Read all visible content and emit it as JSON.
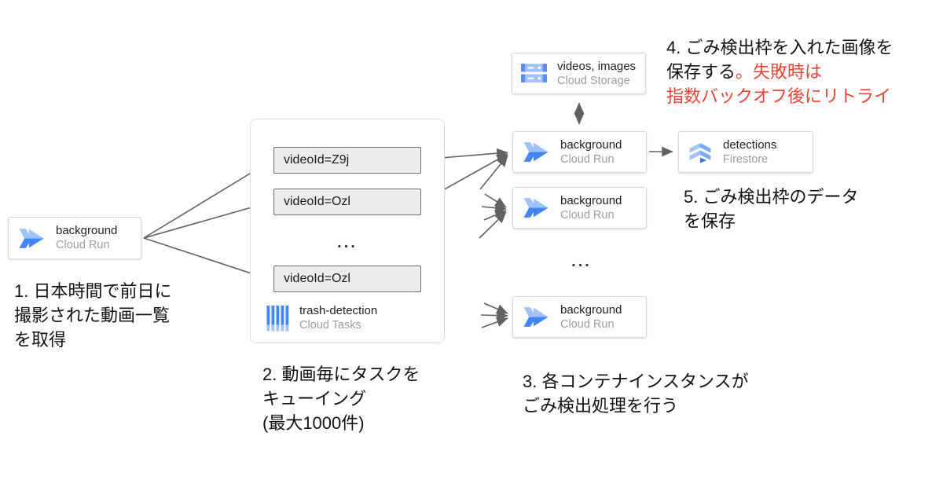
{
  "diagram": {
    "colors": {
      "google_blue": "#4285F4",
      "light_blue": "#A1C2FA",
      "mid_blue": "#7BAAF7",
      "text_ink": "#212121",
      "text_gray": "#9E9E9E",
      "alert_red": "#EA4335",
      "arrow_gray": "#616161"
    },
    "nodes": {
      "run_left": {
        "title": "background",
        "subtitle": "Cloud Run"
      },
      "storage": {
        "title": "videos, images",
        "subtitle": "Cloud Storage"
      },
      "run_a": {
        "title": "background",
        "subtitle": "Cloud Run"
      },
      "run_b": {
        "title": "background",
        "subtitle": "Cloud Run"
      },
      "run_c": {
        "title": "background",
        "subtitle": "Cloud Run"
      },
      "firestore": {
        "title": "detections",
        "subtitle": "Firestore"
      },
      "tasks_queue": {
        "title": "trash-detection",
        "subtitle": "Cloud Tasks"
      }
    },
    "tasks": {
      "items": [
        "videoId=Z9j",
        "videoId=Ozl",
        "videoId=Ozl"
      ],
      "ellipsis": "..."
    },
    "right_ellipsis": "...",
    "annotations": {
      "step1": {
        "lines": [
          "1. 日本時間で前日に",
          "撮影された動画一覧",
          "を取得"
        ]
      },
      "step2": {
        "lines": [
          "2. 動画毎にタスクを",
          "キューイング",
          "(最大1000件)"
        ]
      },
      "step3": {
        "lines": [
          "3. 各コンテナインスタンスが",
          "ごみ検出処理を行う"
        ]
      },
      "step4": {
        "line1": "4. ごみ検出枠を入れた画像を",
        "line2_black": "保存する",
        "line2_red": "。失敗時は",
        "line3_red": "指数バックオフ後にリトライ"
      },
      "step5": {
        "lines": [
          "5. ごみ検出枠のデータ",
          "を保存"
        ]
      }
    }
  }
}
